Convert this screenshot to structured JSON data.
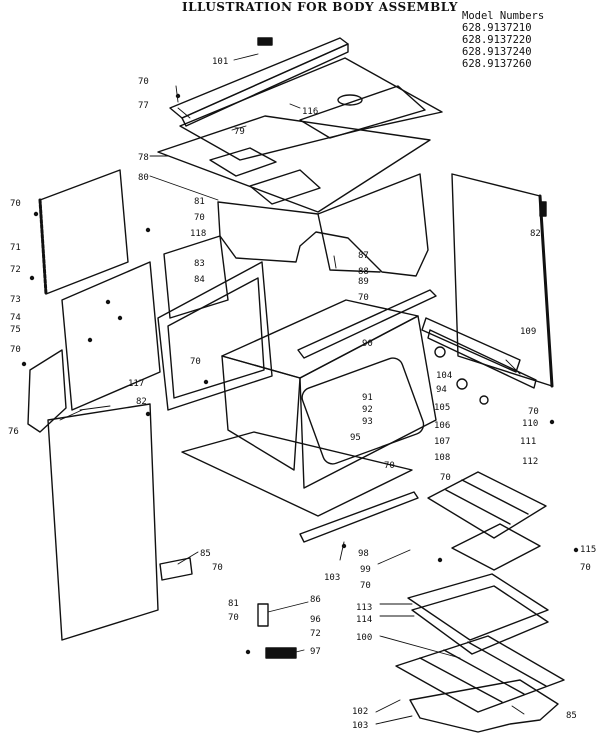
{
  "title": "ILLUSTRATION FOR BODY ASSEMBLY",
  "model_numbers": {
    "heading": "Model Numbers",
    "items": [
      "628.9137210",
      "628.9137220",
      "628.9137240",
      "628.9137260"
    ]
  },
  "callouts": {
    "c101": "101",
    "c70a": "70",
    "c77": "77",
    "c116": "116",
    "c79": "79",
    "c78": "78",
    "c80": "80",
    "c70b": "70",
    "c71": "71",
    "c72": "72",
    "c73": "73",
    "c74": "74",
    "c75": "75",
    "c70c": "70",
    "c76": "76",
    "c81": "81",
    "c70d": "70",
    "c118": "118",
    "c83": "83",
    "c84": "84",
    "c87": "87",
    "c88": "88",
    "c89": "89",
    "c70e": "70",
    "c90": "90",
    "c70f": "70",
    "c117": "117",
    "c82a": "82",
    "c91": "91",
    "c92": "92",
    "c93": "93",
    "c94": "94",
    "c95": "95",
    "c104": "104",
    "c105": "105",
    "c106": "106",
    "c107": "107",
    "c108": "108",
    "c70g": "70",
    "c109": "109",
    "c70h": "70",
    "c110": "110",
    "c111": "111",
    "c82b": "82",
    "c112": "112",
    "c70i": "70",
    "c85": "85",
    "c70j": "70",
    "c98": "98",
    "c99": "99",
    "c70k": "70",
    "c103a": "103",
    "c115": "115",
    "c70l": "70",
    "c113": "113",
    "c114": "114",
    "c100": "100",
    "c81b": "81",
    "c70m": "70",
    "c86": "86",
    "c96": "96",
    "c72b": "72",
    "c97": "97",
    "c102": "102",
    "c103b": "103",
    "c85b": "85"
  }
}
